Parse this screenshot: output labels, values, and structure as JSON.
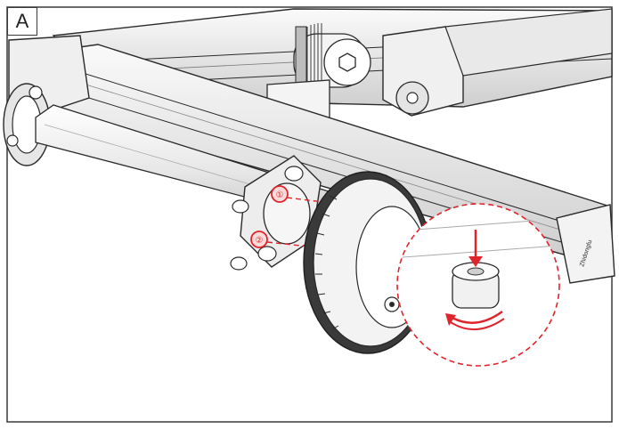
{
  "figure": {
    "panel_label": "A"
  },
  "parts": {
    "screw_1_label": "①",
    "screw_2_label": "②",
    "profile_mark_text": "Zhidongfu"
  },
  "detail_callout": {
    "arrow_direction": "down",
    "rotation": "clockwise",
    "accent_color": "#e0242b"
  },
  "colors": {
    "line": "#2a2a2a",
    "fill_light": "#f2f2f2",
    "fill_mid": "#d8d8d8",
    "fill_dark": "#9a9a9a",
    "accent": "#e0242b"
  }
}
